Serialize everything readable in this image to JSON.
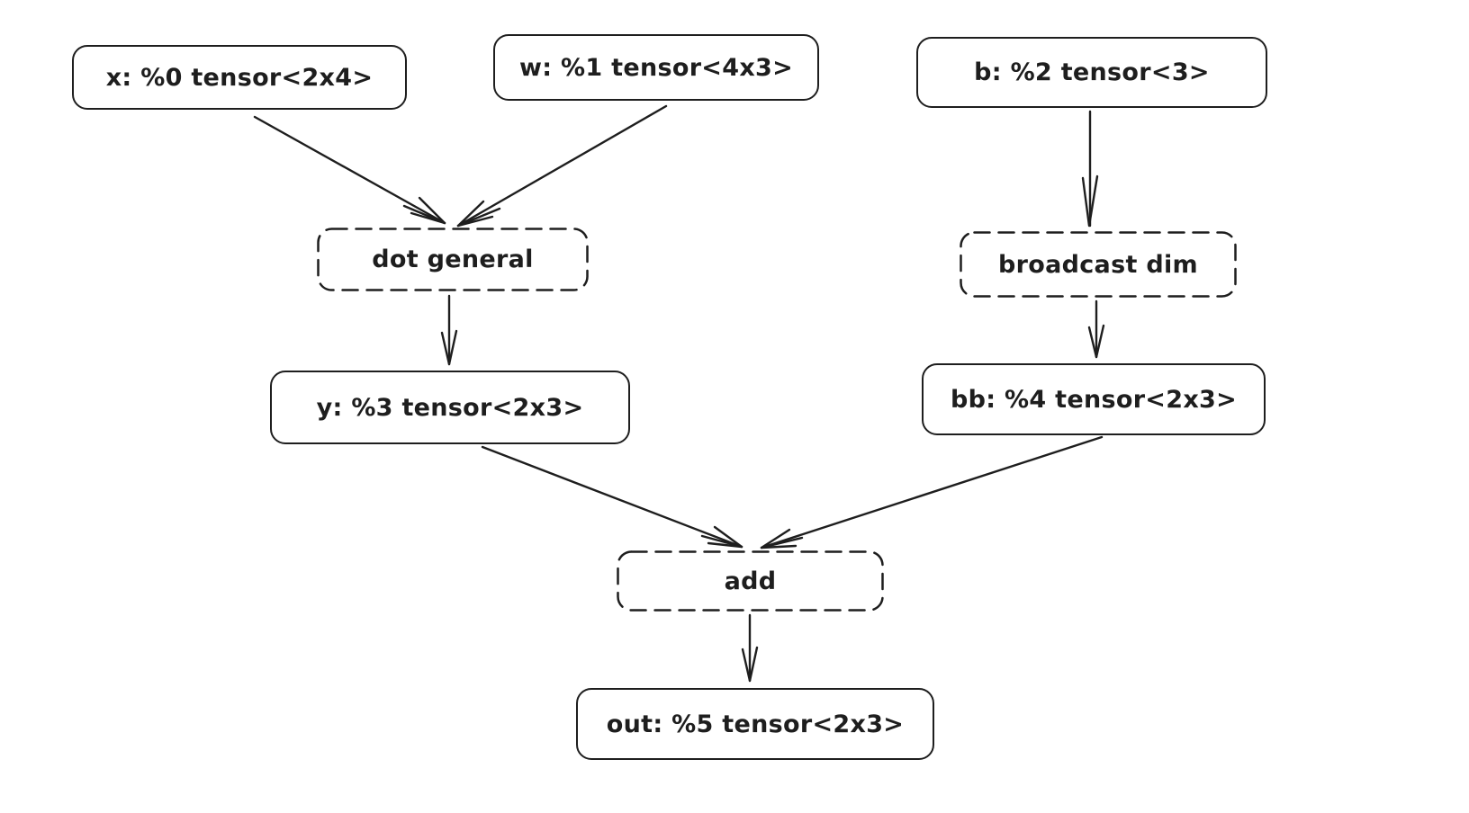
{
  "diagram": {
    "background_color": "#ffffff",
    "stroke_color": "#1e1e1e",
    "style": "hand-drawn",
    "nodes": {
      "x": {
        "label": "x: %0 tensor<2x4>",
        "type": "tensor"
      },
      "w": {
        "label": "w: %1 tensor<4x3>",
        "type": "tensor"
      },
      "b": {
        "label": "b: %2 tensor<3>",
        "type": "tensor"
      },
      "dot_general": {
        "label": "dot general",
        "type": "op"
      },
      "broadcast_dim": {
        "label": "broadcast dim",
        "type": "op"
      },
      "y": {
        "label": "y: %3 tensor<2x3>",
        "type": "tensor"
      },
      "bb": {
        "label": "bb: %4 tensor<2x3>",
        "type": "tensor"
      },
      "add": {
        "label": "add",
        "type": "op"
      },
      "out": {
        "label": "out: %5 tensor<2x3>",
        "type": "tensor"
      }
    },
    "edges": [
      {
        "from": "x",
        "to": "dot_general"
      },
      {
        "from": "w",
        "to": "dot_general"
      },
      {
        "from": "b",
        "to": "broadcast_dim"
      },
      {
        "from": "dot_general",
        "to": "y"
      },
      {
        "from": "broadcast_dim",
        "to": "bb"
      },
      {
        "from": "y",
        "to": "add"
      },
      {
        "from": "bb",
        "to": "add"
      },
      {
        "from": "add",
        "to": "out"
      }
    ]
  }
}
